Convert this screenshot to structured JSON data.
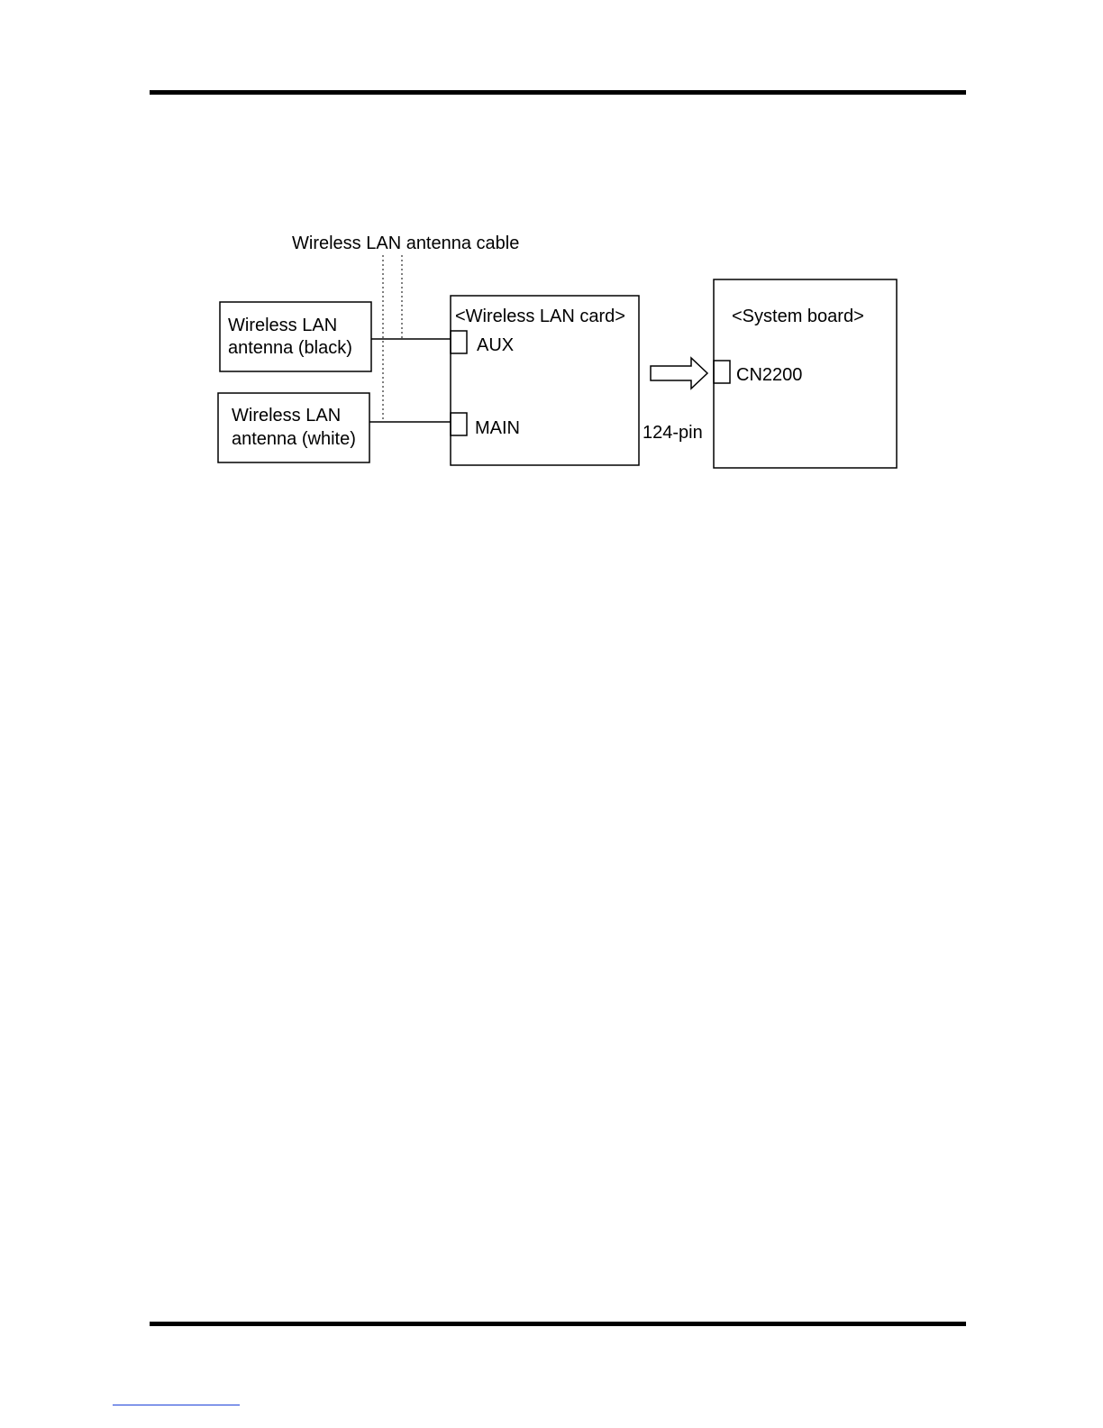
{
  "diagram": {
    "cable_label": "Wireless LAN antenna cable",
    "antenna_black": {
      "line1": "Wireless LAN",
      "line2": "antenna (black)"
    },
    "antenna_white": {
      "line1": "Wireless LAN",
      "line2": "antenna (white)"
    },
    "wlan_card": {
      "title": "<Wireless LAN card>",
      "aux": "AUX",
      "main": "MAIN"
    },
    "pin_label": "124-pin",
    "system_board": {
      "title": "<System board>",
      "connector": "CN2200"
    }
  }
}
